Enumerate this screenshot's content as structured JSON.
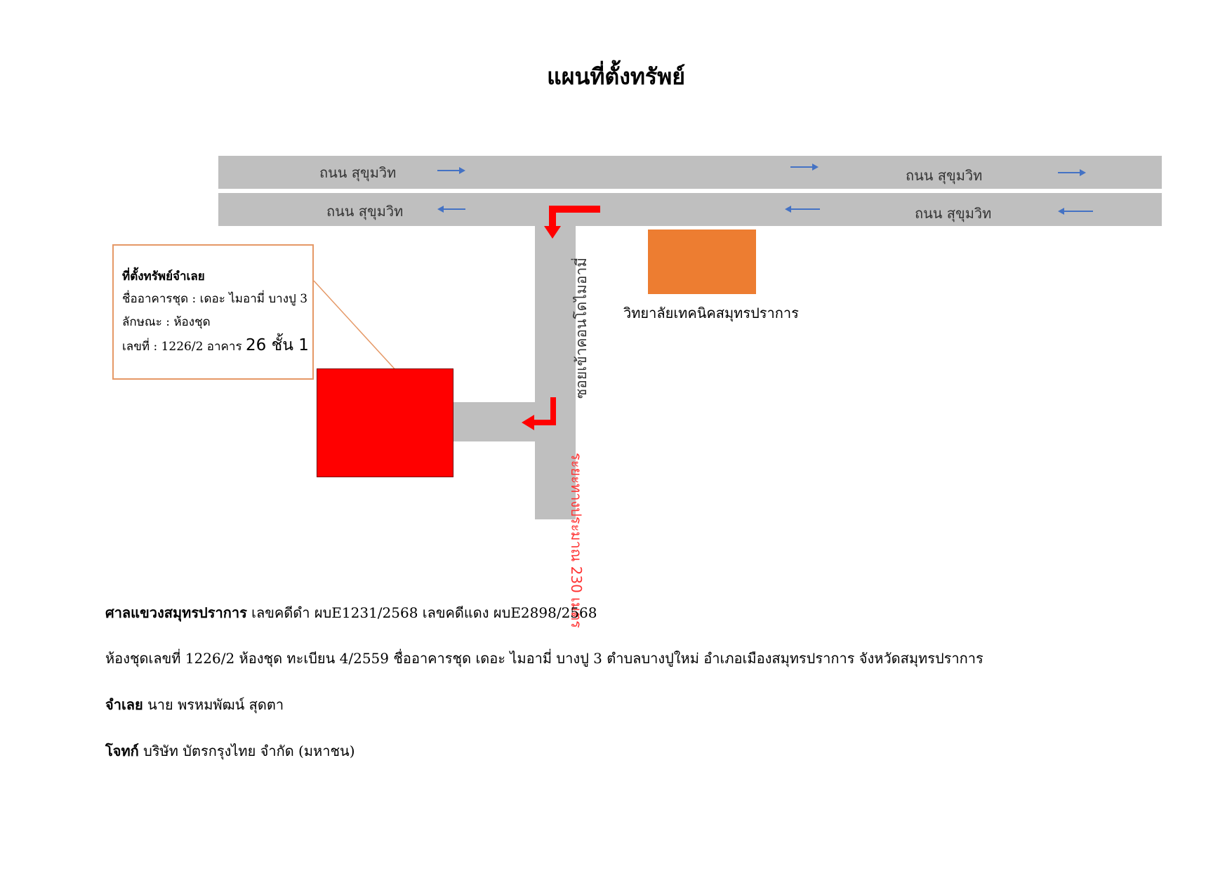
{
  "title": "แผนที่ตั้งทรัพย์",
  "map": {
    "roads": {
      "top_left_label": "ถนน สุขุมวิท",
      "top_right_label": "ถนน สุขุมวิท",
      "bottom_left_label": "ถนน สุขุมวิท",
      "bottom_right_label": "ถนน สุขุมวิท",
      "soi_label": "ซอยเข้าคอนโดไมอามี่",
      "distance_label": "ระยะทางประมาณ 230 เมตร"
    },
    "callout": {
      "line1": "ที่ตั้งทรัพย์จำเลย",
      "line2": "ชื่ออาคารชุด : เดอะ ไมอามี่ บางปู 3",
      "line3": "ลักษณะ : ห้องชุด",
      "line4_prefix": "เลขที่ : 1226/2  อาคาร",
      "line4_big": "26 ชั้น 1"
    },
    "college_label": "วิทยาลัยเทคนิคสมุทรปราการ",
    "colors": {
      "road": "#bfbfbf",
      "property": "#ff0000",
      "college": "#ed7d31",
      "direction_arrow": "#4472c4",
      "route_arrow": "#ff0000",
      "callout_border": "#e59866"
    }
  },
  "info": {
    "court_bold": "ศาลแขวงสมุทรปราการ",
    "court_rest": " เลขคดีดำ ผบE1231/2568 เลขคดีแดง ผบE2898/2568",
    "unit": "ห้องชุดเลขที่ 1226/2 ห้องชุด ทะเบียน 4/2559 ชื่ออาคารชุด เดอะ ไมอามี่ บางปู 3  ตำบลบางปูใหม่ อำเภอเมืองสมุทรปราการ จังหวัดสมุทรปราการ",
    "defendant_bold": "จำเลย",
    "defendant_rest": " นาย พรหมพัฒน์ สุดตา",
    "plaintiff_bold": "โจทก์",
    "plaintiff_rest": " บริษัท บัตรกรุงไทย  จำกัด (มหาชน)"
  }
}
